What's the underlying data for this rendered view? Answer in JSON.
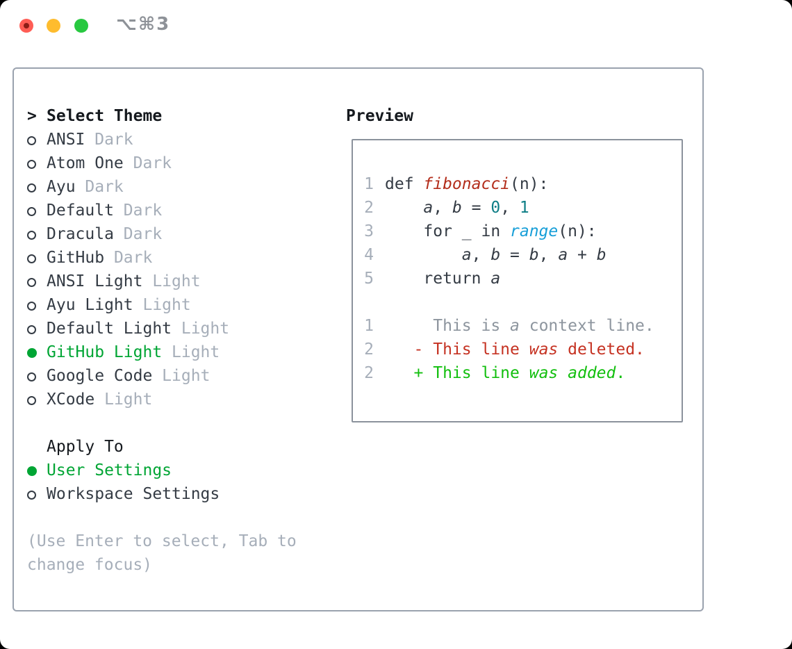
{
  "window": {
    "title": "⌥⌘3",
    "traffic_lights": [
      {
        "name": "close",
        "color": "#ff5d55"
      },
      {
        "name": "minimize",
        "color": "#febc2e"
      },
      {
        "name": "zoom",
        "color": "#28c840"
      }
    ]
  },
  "colors": {
    "fg": "#343b44",
    "heading": "#15191e",
    "muted": "#a6aeb9",
    "ln": "#a6aeb9",
    "ctx": "#8d959e",
    "func": "#b32d1b",
    "num": "#0e7e86",
    "builtin": "#189fd8",
    "sel": "#00a534",
    "del": "#c53222",
    "add": "#12bf0e",
    "panel_border": "#9aa2ae",
    "box_border": "#8b929c",
    "title_gray": "#8e9298"
  },
  "theme_panel": {
    "header_marker": ">",
    "header": "Select Theme",
    "themes": [
      {
        "name": "ANSI",
        "variant": "Dark",
        "selected": false
      },
      {
        "name": "Atom One",
        "variant": "Dark",
        "selected": false
      },
      {
        "name": "Ayu",
        "variant": "Dark",
        "selected": false
      },
      {
        "name": "Default",
        "variant": "Dark",
        "selected": false
      },
      {
        "name": "Dracula",
        "variant": "Dark",
        "selected": false
      },
      {
        "name": "GitHub",
        "variant": "Dark",
        "selected": false
      },
      {
        "name": "ANSI Light",
        "variant": "Light",
        "selected": false
      },
      {
        "name": "Ayu Light",
        "variant": "Light",
        "selected": false
      },
      {
        "name": "Default Light",
        "variant": "Light",
        "selected": false
      },
      {
        "name": "GitHub Light",
        "variant": "Light",
        "selected": true
      },
      {
        "name": "Google Code",
        "variant": "Light",
        "selected": false
      },
      {
        "name": "XCode",
        "variant": "Light",
        "selected": false
      }
    ],
    "apply_to": {
      "header": "Apply To",
      "options": [
        {
          "name": "User Settings",
          "selected": true
        },
        {
          "name": "Workspace Settings",
          "selected": false
        }
      ]
    },
    "hint_lines": [
      "(Use Enter to select, Tab to",
      "change focus)"
    ]
  },
  "preview": {
    "header": "Preview",
    "code_lines": [
      {
        "num": "1",
        "tokens": [
          {
            "t": "def ",
            "c": "fg"
          },
          {
            "t": "fibonacci",
            "c": "func",
            "i": true
          },
          {
            "t": "(n):",
            "c": "fg"
          }
        ]
      },
      {
        "num": "2",
        "tokens": [
          {
            "t": "    ",
            "c": "fg"
          },
          {
            "t": "a",
            "c": "fg",
            "i": true
          },
          {
            "t": ", ",
            "c": "fg"
          },
          {
            "t": "b",
            "c": "fg",
            "i": true
          },
          {
            "t": " = ",
            "c": "fg"
          },
          {
            "t": "0",
            "c": "num"
          },
          {
            "t": ", ",
            "c": "fg"
          },
          {
            "t": "1",
            "c": "num"
          }
        ]
      },
      {
        "num": "3",
        "tokens": [
          {
            "t": "    for _ in ",
            "c": "fg"
          },
          {
            "t": "range",
            "c": "builtin",
            "i": true
          },
          {
            "t": "(n):",
            "c": "fg"
          }
        ]
      },
      {
        "num": "4",
        "tokens": [
          {
            "t": "        ",
            "c": "fg"
          },
          {
            "t": "a",
            "c": "fg",
            "i": true
          },
          {
            "t": ", ",
            "c": "fg"
          },
          {
            "t": "b",
            "c": "fg",
            "i": true
          },
          {
            "t": " = ",
            "c": "fg"
          },
          {
            "t": "b",
            "c": "fg",
            "i": true
          },
          {
            "t": ", ",
            "c": "fg"
          },
          {
            "t": "a",
            "c": "fg",
            "i": true
          },
          {
            "t": " + ",
            "c": "fg"
          },
          {
            "t": "b",
            "c": "fg",
            "i": true
          }
        ]
      },
      {
        "num": "5",
        "tokens": [
          {
            "t": "    return ",
            "c": "fg"
          },
          {
            "t": "a",
            "c": "fg",
            "i": true
          }
        ]
      }
    ],
    "diff_lines": [
      {
        "num": "1",
        "tokens": [
          {
            "t": "     This is ",
            "c": "ctx"
          },
          {
            "t": "a",
            "c": "ctx",
            "i": true
          },
          {
            "t": " context line.",
            "c": "ctx"
          }
        ]
      },
      {
        "num": "2",
        "tokens": [
          {
            "t": "   - This line ",
            "c": "del"
          },
          {
            "t": "was",
            "c": "del",
            "i": true
          },
          {
            "t": " deleted.",
            "c": "del"
          }
        ]
      },
      {
        "num": "2",
        "tokens": [
          {
            "t": "   + This line ",
            "c": "add"
          },
          {
            "t": "was",
            "c": "add",
            "i": true
          },
          {
            "t": " ",
            "c": "add"
          },
          {
            "t": "added",
            "c": "add",
            "i": true
          },
          {
            "t": ".",
            "c": "add"
          }
        ]
      }
    ]
  }
}
